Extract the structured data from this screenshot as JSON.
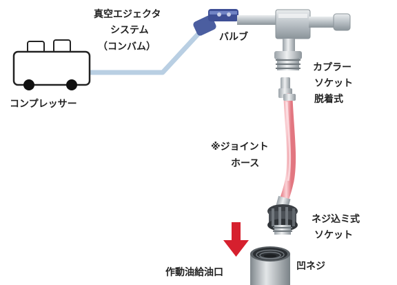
{
  "labels": {
    "ejector_line1": "真空エジェクタ",
    "ejector_line2": "システム",
    "ejector_line3": "（コンバム）",
    "valve": "バルブ",
    "coupler_line1": "カプラー",
    "coupler_line2": "ソケット",
    "coupler_line3": "脱着式",
    "compressor": "コンプレッサー",
    "hose_line1": "※ジョイント",
    "hose_line2": "ホース",
    "screw_line1": "ネジ込ミ式",
    "screw_line2": "ソケット",
    "oil_port": "作動油給油口",
    "female_thread": "凹ネジ"
  },
  "colors": {
    "air_line": "#b9cfe3",
    "arrow": "#d6202e",
    "hose": "#f2a0a8",
    "metal": "#9aa3a9"
  }
}
